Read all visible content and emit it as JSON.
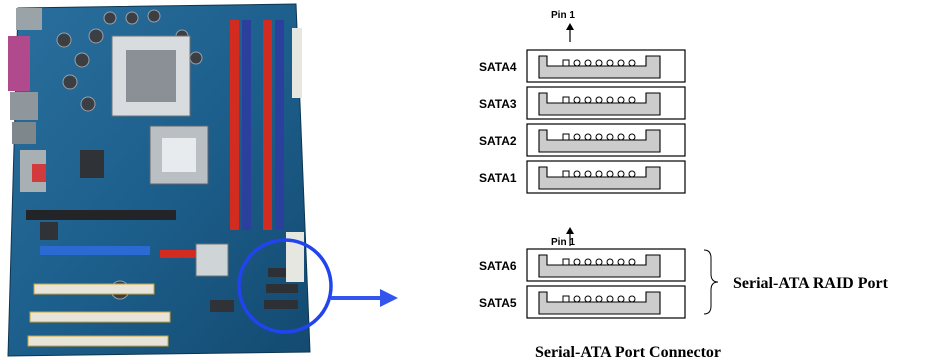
{
  "top_group": {
    "pin_label": "Pin 1",
    "ports": [
      {
        "label": "SATA4",
        "pins": 7
      },
      {
        "label": "SATA3",
        "pins": 7
      },
      {
        "label": "SATA2",
        "pins": 7
      },
      {
        "label": "SATA1",
        "pins": 7
      }
    ]
  },
  "bottom_group": {
    "pin_label": "Pin 1",
    "ports": [
      {
        "label": "SATA6",
        "pins": 7
      },
      {
        "label": "SATA5",
        "pins": 7
      }
    ],
    "bracket_label": "Serial-ATA RAID Port"
  },
  "caption": "Serial-ATA Port Connector",
  "colors": {
    "board_blue": "#1d5f8c",
    "dimm_red": "#d22b1f",
    "dimm_blue": "#2b3f9c",
    "pci_gold": "#c9a331",
    "highlight_circle": "#2244ee",
    "arrow": "#3355ee",
    "connector_fill": "#cccccc"
  }
}
